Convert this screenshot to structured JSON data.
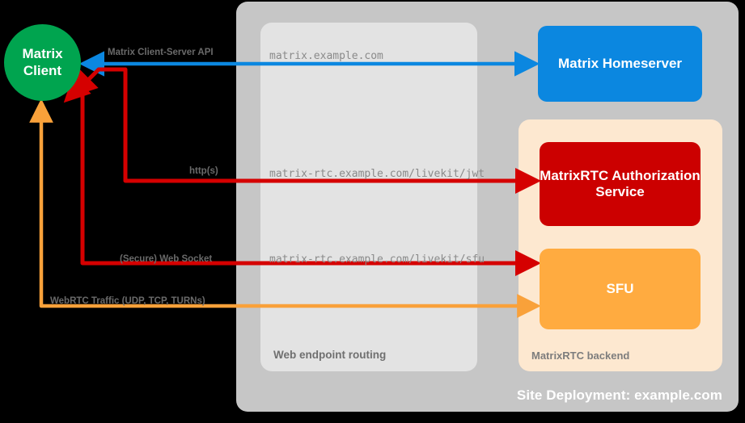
{
  "diagram": {
    "title": "Site Deployment: example.com"
  },
  "nodes": {
    "client": {
      "line1": "Matrix",
      "line2": "Client"
    },
    "homeserver": {
      "label": "Matrix Homeserver",
      "color": "#0b87e0"
    },
    "auth_service": {
      "label": "MatrixRTC Authorization Service",
      "color": "#cc0000"
    },
    "sfu": {
      "label": "SFU",
      "color": "#ffab40"
    }
  },
  "containers": {
    "site": {
      "label": "Site Deployment: example.com",
      "color": "#c6c6c6"
    },
    "routing": {
      "label": "Web endpoint routing",
      "color": "#e3e3e3"
    },
    "backend": {
      "label": "MatrixRTC backend",
      "color": "#fde8d0"
    }
  },
  "connections": [
    {
      "id": "cs-api",
      "protocol_label": "Matrix Client-Server API",
      "endpoint_label": "matrix.example.com",
      "color": "#0b87e0",
      "direction": "bidirectional"
    },
    {
      "id": "jwt",
      "protocol_label": "http(s)",
      "endpoint_label": "matrix-rtc.example.com/livekit/jwt",
      "color": "#cc0000",
      "direction": "bidirectional"
    },
    {
      "id": "sfu-ws",
      "protocol_label": "(Secure) Web Socket",
      "endpoint_label": "matrix-rtc.example.com/livekit/sfu",
      "color": "#cc0000",
      "direction": "bidirectional"
    },
    {
      "id": "webrtc",
      "protocol_label": "WebRTC Traffic (UDP, TCP, TURNs)",
      "endpoint_label": "",
      "color": "#ffab40",
      "direction": "bidirectional"
    }
  ]
}
